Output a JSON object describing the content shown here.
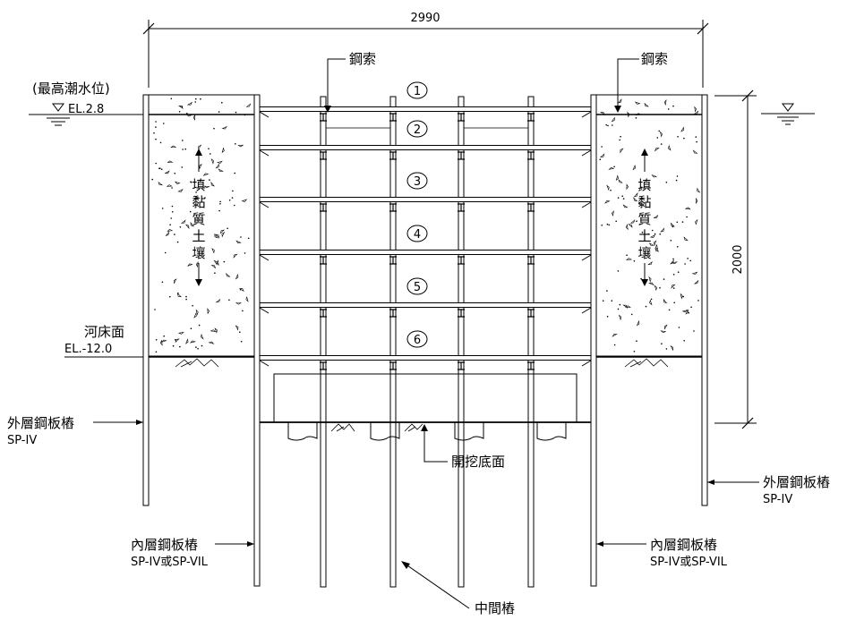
{
  "dimensions": {
    "overall_width": "2990",
    "height": "2000"
  },
  "labels": {
    "steel_cable_left": "鋼索",
    "steel_cable_right": "鋼索",
    "high_tide_level": "(最高潮水位)",
    "high_tide_elevation": "EL.2.8",
    "riverbed_surface": "河床面",
    "riverbed_elevation": "EL.-12.0",
    "outer_sheet_pile_left": "外層鋼板樁",
    "outer_sheet_pile_left_type": "SP-IV",
    "outer_sheet_pile_right": "外層鋼板樁",
    "outer_sheet_pile_right_type": "SP-IV",
    "inner_sheet_pile_left": "內層鋼板樁",
    "inner_sheet_pile_left_type": "SP-IV或SP-VIL",
    "inner_sheet_pile_right": "內層鋼板樁",
    "inner_sheet_pile_right_type": "SP-IV或SP-VIL",
    "excavation_bottom": "開挖底面",
    "intermediate_pile": "中間樁",
    "fill_left": [
      "填",
      "黏",
      "質",
      "土",
      "壤"
    ],
    "fill_right": [
      "填",
      "黏",
      "質",
      "土",
      "壤"
    ]
  },
  "strut_levels": [
    "1",
    "2",
    "3",
    "4",
    "5",
    "6"
  ],
  "colors": {
    "line": "#000000",
    "background": "#ffffff"
  }
}
